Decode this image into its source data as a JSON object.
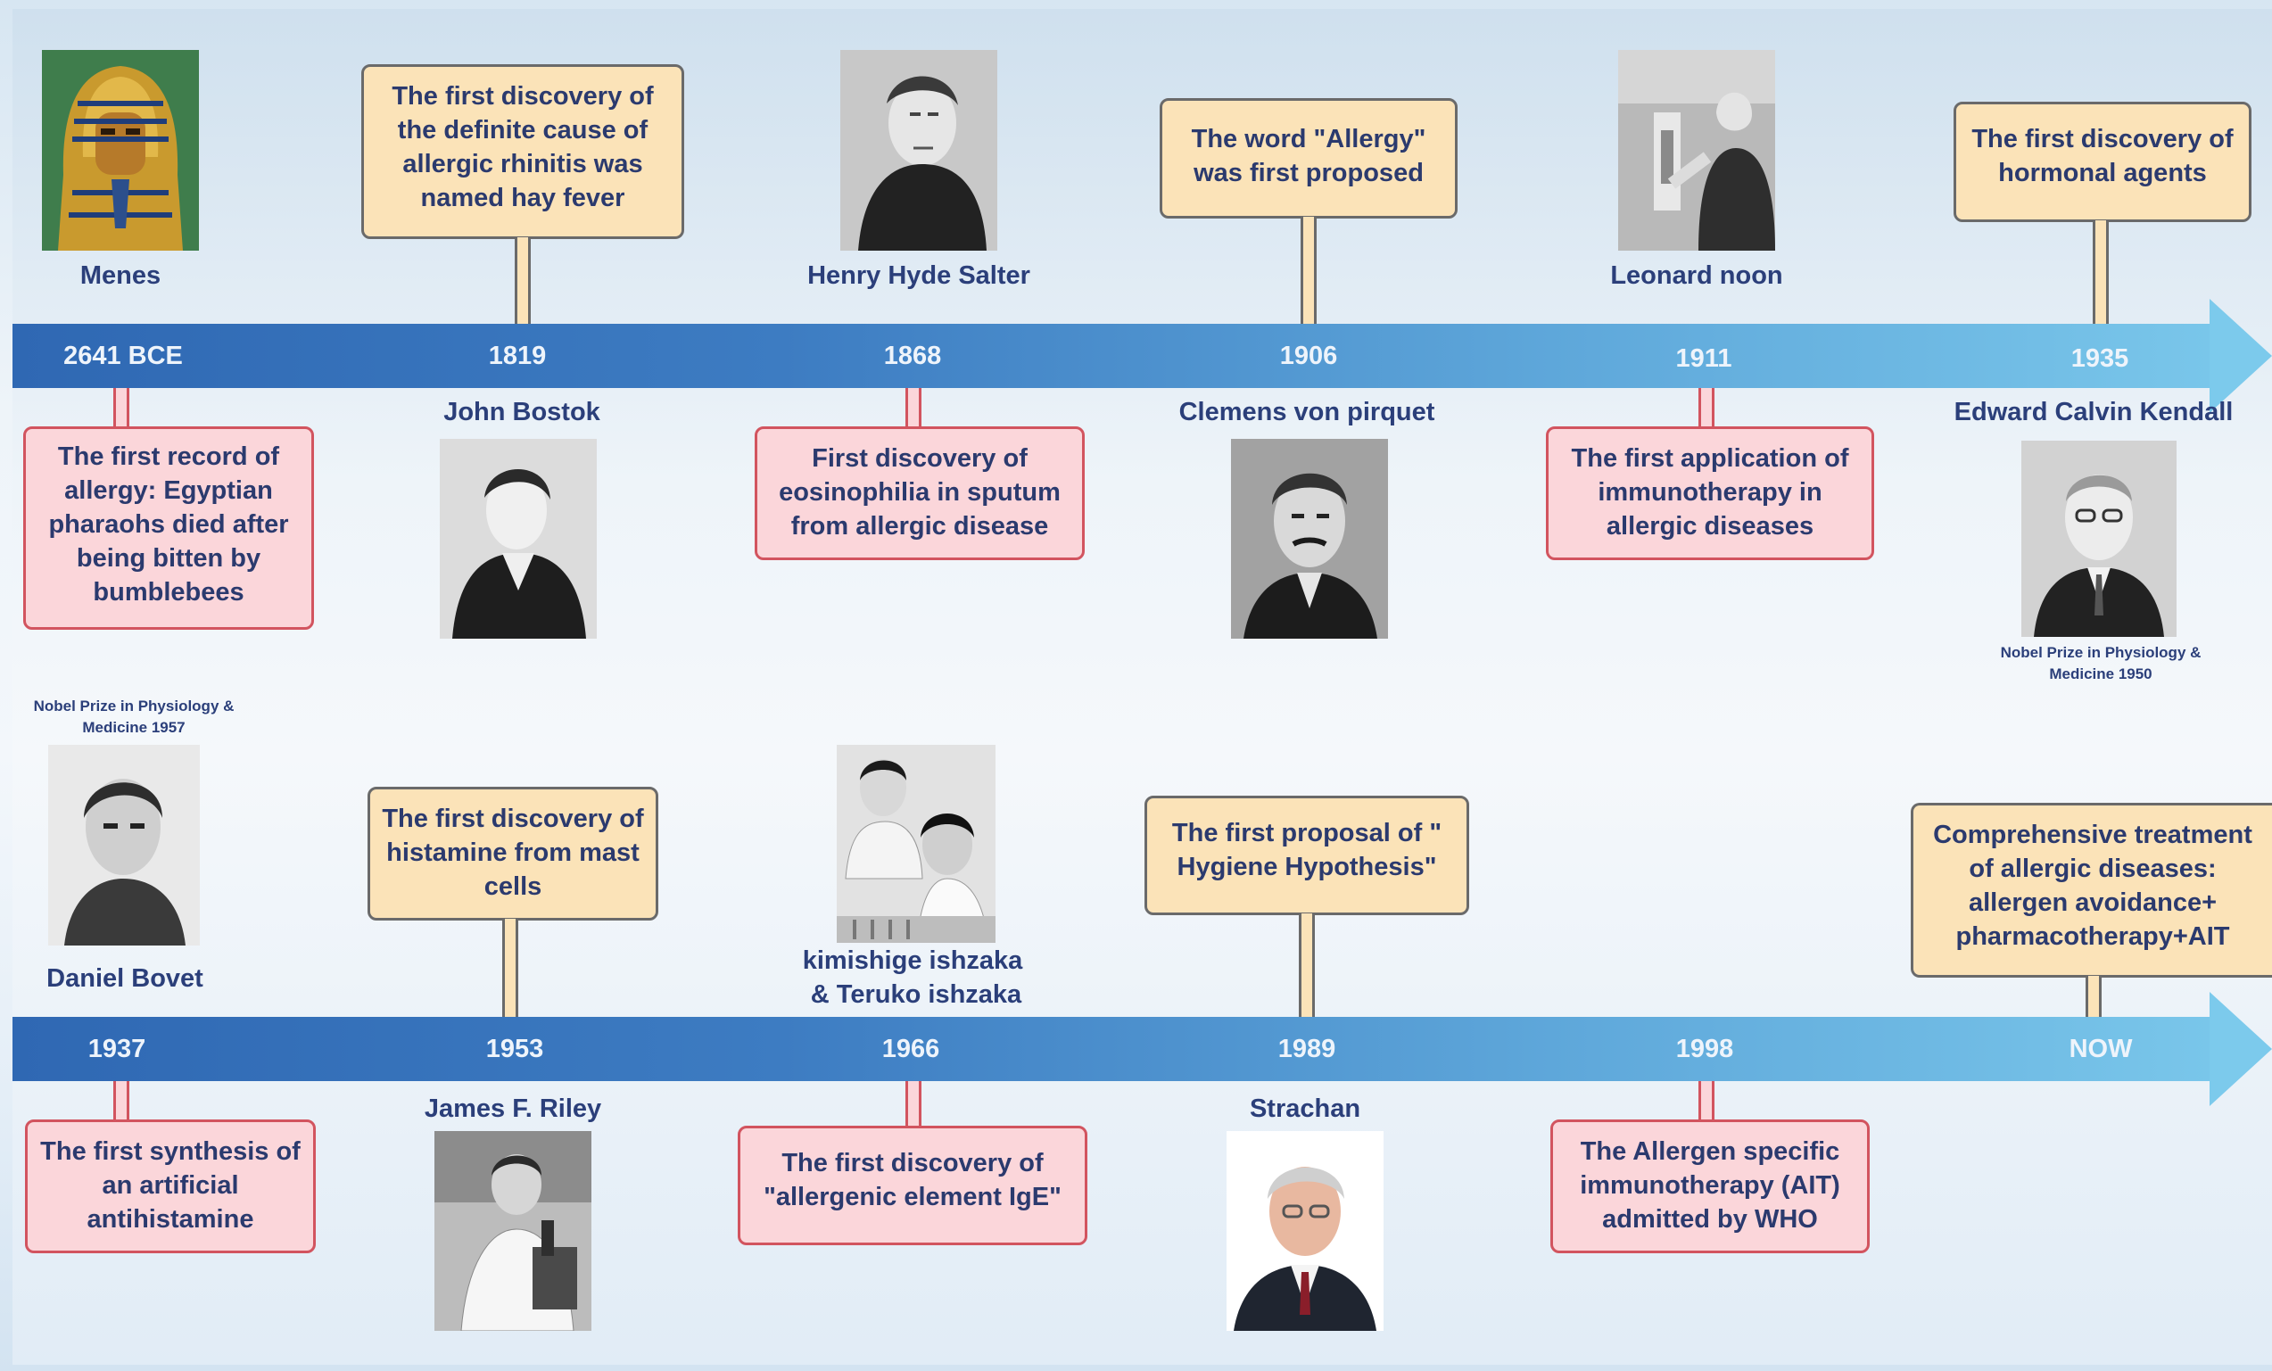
{
  "timeline": {
    "row1": {
      "years": [
        "2641 BCE",
        "1819",
        "1868",
        "1906",
        "1911",
        "1935"
      ],
      "top_callouts": {
        "c1819": "The first discovery of the definite cause of allergic rhinitis was named hay fever",
        "c1906": "The word \"Allergy\" was first proposed",
        "c1935": "The first discovery of hormonal agents"
      },
      "bottom_callouts": {
        "c2641": "The first record of allergy: Egyptian pharaohs died after being bitten by bumblebees",
        "c1868": "First discovery of eosinophilia in sputum from allergic disease",
        "c1911": "The first application of immunotherapy in allergic diseases"
      },
      "people_top": {
        "p2641": "Menes",
        "p1868": "Henry Hyde Salter",
        "p1911": "Leonard noon"
      },
      "people_bottom": {
        "p1819": "John Bostok",
        "p1906": "Clemens von pirquet",
        "p1935": "Edward Calvin Kendall"
      },
      "notes": {
        "kendall": "Nobel Prize in Physiology & Medicine 1950"
      }
    },
    "row2": {
      "years": [
        "1937",
        "1953",
        "1966",
        "1989",
        "1998",
        "NOW"
      ],
      "top_callouts": {
        "c1953": "The first discovery of histamine from mast cells",
        "c1989": "The first proposal of \" Hygiene Hypothesis\"",
        "cnow": "Comprehensive treatment of allergic diseases: allergen avoidance+ pharmacotherapy+AIT"
      },
      "bottom_callouts": {
        "c1937": "The first synthesis of an artificial antihistamine",
        "c1966": "The first discovery of \"allergenic element IgE\"",
        "c1998": "The Allergen specific immunotherapy (AIT) admitted by WHO"
      },
      "people_top": {
        "p1937": "Daniel Bovet",
        "p1966_line1": "kimishige ishzaka",
        "p1966_line2": "& Teruko ishzaka"
      },
      "people_bottom": {
        "p1953": "James F. Riley",
        "p1989": "Strachan"
      },
      "notes": {
        "bovet": "Nobel Prize in Physiology & Medicine 1957"
      }
    }
  },
  "colors": {
    "yellow_box": "#fbe3b8",
    "pink_box": "#fbd6da",
    "pink_border": "#d2545f",
    "text_navy": "#2b3a6e",
    "bar_start": "#2f68b3",
    "bar_end": "#7ccaec"
  }
}
